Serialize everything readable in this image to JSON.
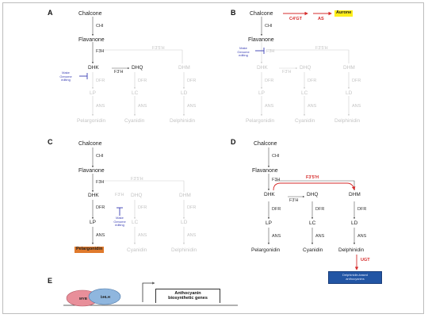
{
  "panels": {
    "a": "A",
    "b": "B",
    "c": "C",
    "d": "D",
    "e": "E"
  },
  "a": {
    "chalcone": "Chalcone",
    "chi": "CHI",
    "flavanone": "Flavanone",
    "f3h": "F3H",
    "dhk": "DHK",
    "dhq": "DHQ",
    "dhm": "DHM",
    "f3h_prime": "F3'H",
    "f3h_grey": "F3'5'H",
    "dfr1": "DFR",
    "dfr2": "DFR",
    "dfr3": "DFR",
    "lp": "LP",
    "lc": "LC",
    "ld": "LD",
    "ans1": "ANS",
    "ans2": "ANS",
    "ans3": "ANS",
    "pelargonidin": "Pelargonidin",
    "cyanidin": "Cyanidin",
    "delphinidin": "Delphinidin",
    "editing": "Make\nGenome\nediting"
  },
  "b": {
    "chalcone": "Chalcone",
    "c4gt": "C4'GT",
    "as": "AS",
    "aurone": "Aurone",
    "chi": "CHI",
    "flavanone": "Flavanone",
    "f3h": "F3H",
    "f3h_grey": "F3'5'H",
    "dhk": "DHK",
    "dhq": "DHQ",
    "dhm": "DHM",
    "f3h_prime": "F3'H",
    "dfr1": "DFR",
    "dfr2": "DFR",
    "dfr3": "DFR",
    "lp": "LP",
    "lc": "LC",
    "ld": "LD",
    "ans1": "ANS",
    "ans2": "ANS",
    "ans3": "ANS",
    "pelargonidin": "Pelargonidin",
    "cyanidin": "Cyanidin",
    "delphinidin": "Delphinidin",
    "editing": "Make\nGenome\nediting"
  },
  "c": {
    "chalcone": "Chalcone",
    "chi": "CHI",
    "flavanone": "Flavanone",
    "f3h": "F3H",
    "f3h_grey": "F3'5'H",
    "dhk": "DHK",
    "dhq": "DHQ",
    "dhm": "DHM",
    "f3h_prime": "F3'H",
    "dfr1": "DFR",
    "dfr2": "DFR",
    "dfr3": "DFR",
    "lp": "LP",
    "lc": "LC",
    "ld": "LD",
    "ans1": "ANS",
    "ans2": "ANS",
    "ans3": "ANS",
    "pelargonidin": "Pelargonidin",
    "cyanidin": "Cyanidin",
    "delphinidin": "Delphinidin",
    "editing": "Make\nGenome\nediting"
  },
  "d": {
    "chalcone": "Chalcone",
    "chi": "CHI",
    "flavanone": "Flavanone",
    "f3h": "F3H",
    "f35h": "F3'5'H",
    "dhk": "DHK",
    "dhq": "DHQ",
    "dhm": "DHM",
    "f3h_prime": "F3'H",
    "dfr1": "DFR",
    "dfr2": "DFR",
    "dfr3": "DFR",
    "lp": "LP",
    "lc": "LC",
    "ld": "LD",
    "ans1": "ANS",
    "ans2": "ANS",
    "ans3": "ANS",
    "pelargonidin": "Pelargonidin",
    "cyanidin": "Cyanidin",
    "delphinidin": "Delphinidin",
    "ugt": "UGT",
    "delph_derivatives": "Delphinidin-based\nanthocyanins"
  },
  "e": {
    "myb": "MYB",
    "bhlh": "bHLH",
    "genes": "Anthocyanin\nbiosynthetic genes"
  }
}
